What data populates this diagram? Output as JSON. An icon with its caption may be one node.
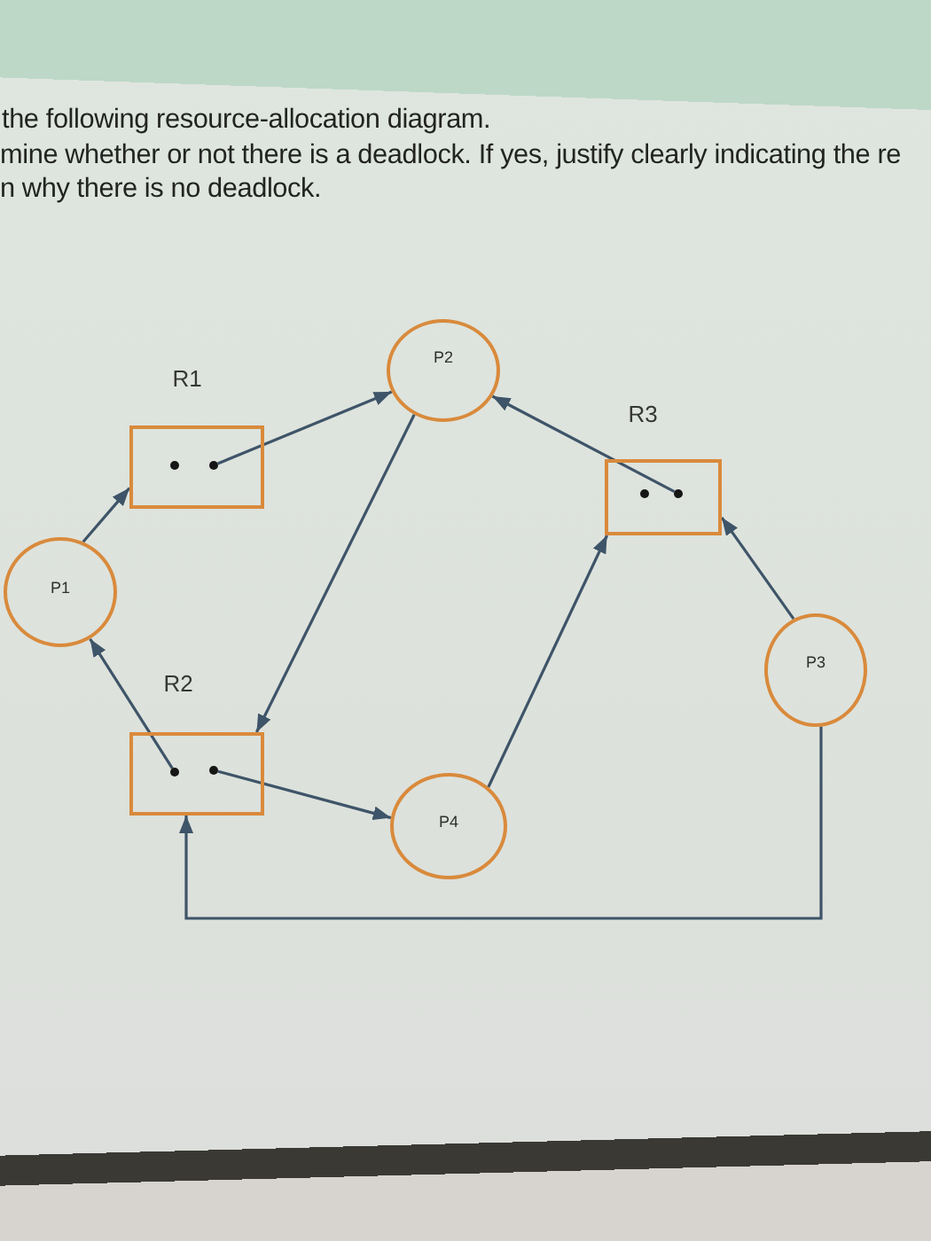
{
  "diagram": {
    "nodes": [
      {
        "text": [
          "R1"
        ]
      },
      {
        "text": [],
        "shape": "dot",
        "in": 0
      },
      {
        "text": [],
        "shape": "dot",
        "in": 0
      },
      {
        "text": [
          "P2"
        ]
      },
      {
        "text": [
          "R3"
        ]
      },
      {
        "text": [],
        "shape": "dot",
        "in": 4
      },
      {
        "text": [],
        "shape": "dot",
        "in": 4
      },
      {
        "text": [
          "P1"
        ]
      },
      {
        "text": [
          "P3"
        ]
      },
      {
        "text": [
          "R2"
        ]
      },
      {
        "text": [],
        "shape": "dot",
        "in": 9
      },
      {
        "text": [],
        "shape": "dot",
        "in": 9
      },
      {
        "text": [
          "P4"
        ]
      }
    ],
    "edges": [
      {
        "from": 7,
        "to": 0,
        "arrow": "to"
      },
      {
        "from": 2,
        "to": 3,
        "arrow": "to"
      },
      {
        "from": 6,
        "to": 3,
        "arrow": "to"
      },
      {
        "from": 3,
        "to": 9,
        "arrow": "to"
      },
      {
        "from": 8,
        "to": 4,
        "arrow": "to"
      },
      {
        "from": 10,
        "to": 7,
        "arrow": "to"
      },
      {
        "from": 11,
        "to": 12,
        "arrow": "to"
      },
      {
        "from": 12,
        "to": 4,
        "arrow": "to"
      },
      {
        "from": 8,
        "to": 9,
        "arrow": "to"
      }
    ],
    "labels": [
      "the following resource-allocation diagram.",
      "mine whether or not there is a deadlock. If yes, justify clearly indicating the re",
      "n why there is no deadlock."
    ]
  }
}
